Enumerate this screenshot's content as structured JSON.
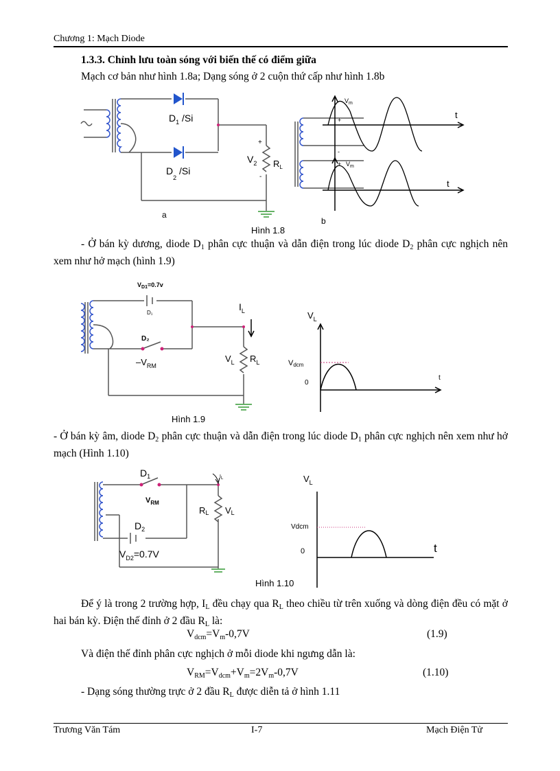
{
  "header": {
    "chapter": "Chương 1: Mạch Diode"
  },
  "section": {
    "title": "1.3.3. Chỉnh lưu toàn sóng với biến thế có điểm giữa",
    "intro": "Mạch cơ bản như hình 1.8a; Dạng sóng ở 2 cuộn thứ cấp như hình 1.8b"
  },
  "fig18": {
    "caption": "Hình 1.8",
    "label_a": "a",
    "label_b": "b",
    "d1": "D",
    "d1_sub": "1",
    "d1_suffix": " /Si",
    "d2": "D",
    "d2_sub": "2",
    "d2_suffix": " /Si",
    "v2": "V",
    "v2_sub": "2",
    "rl": "R",
    "rl_sub": "L",
    "vm": "V",
    "vm_sub": "m",
    "t": "t",
    "plus": "+",
    "minus": "-"
  },
  "para1": {
    "pre": "- Ở bán kỳ dương, diode D",
    "s1": "1",
    "mid": " phân cực thuận và dẫn điện trong lúc diode D",
    "s2": "2",
    "post": " phân cực nghịch nên xem như hở mạch (hình 1.9)"
  },
  "fig19": {
    "caption": "Hình 1.9",
    "vd": "V",
    "vd_sub": "D1",
    "vd_val": "=0.7v",
    "d1": "D₁",
    "d2": "D₂",
    "vrm": "–V",
    "vrm_sub": "RM",
    "il": "I",
    "il_sub": "L",
    "vl": "V",
    "vl_sub": "L",
    "rl": "R",
    "rl_sub": "L",
    "y_label": "V",
    "y_label_sub": "L",
    "vdcm": "V",
    "vdcm_sub": "dcm",
    "zero": "0",
    "t": "t"
  },
  "para2": {
    "pre": "- Ở bán kỳ âm, diode D",
    "s1": "2",
    "mid": " phân cực thuận và dẫn điện trong lúc diode D",
    "s2": "1",
    "post": " phân cực nghịch nên xem như hở mạch (Hình 1.10)"
  },
  "fig110": {
    "caption": "Hình 1.10",
    "d1": "D",
    "d1_sub": "1",
    "d2": "D",
    "d2_sub": "2",
    "vrm": "V",
    "vrm_sub": "RM",
    "vd2": "V",
    "vd2_sub": "D2",
    "vd2_val": "=0.7V",
    "rl": "R",
    "rl_sub": "L",
    "vl": "V",
    "vl_sub": "L",
    "il": "I",
    "il_sub": "L",
    "y_label": "V",
    "y_label_sub": "L",
    "vdcm": "Vdcm",
    "zero": "0",
    "t": "t"
  },
  "para3": {
    "a": "Để ý là trong 2 trường hợp, I",
    "s1": "L",
    "b": " đều chạy qua R",
    "s2": "L",
    "c": " theo chiều từ trên xuống và dòng điện đều có mặt ở hai bán kỳ. Điện thế đỉnh ở 2 đầu R",
    "s3": "L",
    "d": " là:"
  },
  "eq19": {
    "a": "V",
    "s1": "dcm",
    "b": "=V",
    "s2": "m",
    "c": "-0,7V",
    "num": "(1.9)"
  },
  "para4": "Và điện thế đỉnh phân cực nghịch ở mỗi diode khi ngưng dẫn là:",
  "eq110": {
    "a": "V",
    "s1": "RM",
    "b": "=V",
    "s2": "dcm",
    "c": "+V",
    "s3": "m",
    "d": "=2V",
    "s4": "m",
    "e": "-0,7V",
    "num": "(1.10)"
  },
  "para5": {
    "a": "- Dạng sóng thường trực ở 2 đầu R",
    "s1": "L",
    "b": " được diễn tả ở hình 1.11"
  },
  "footer": {
    "author": "Trương Văn Tám",
    "page": "I-7",
    "course": "Mạch Điện Tử"
  },
  "colors": {
    "wire": "#555555",
    "node": "#cc2277",
    "ground": "#339933",
    "diode": "#2255cc",
    "coil": "#3355cc",
    "dash": "#c8327a"
  }
}
